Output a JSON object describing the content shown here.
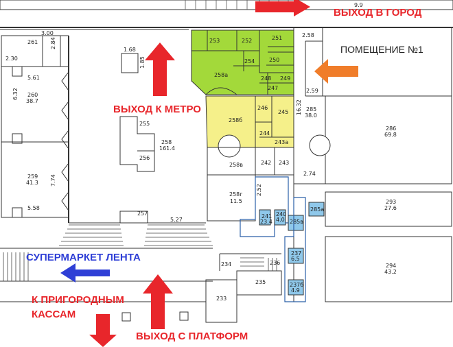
{
  "labels": {
    "exit_city": "ВЫХОД В ГОРОД",
    "exit_metro": "ВЫХОД К МЕТРО",
    "premises": "ПОМЕЩЕНИЕ №1",
    "supermarket": "СУПЕРМАРКЕТ ЛЕНТА",
    "suburban_line1": "К ПРИГОРОДНЫМ",
    "suburban_line2": "КАССАМ",
    "exit_platform": "ВЫХОД С ПЛАТФОРМ"
  },
  "colors": {
    "arrow_red": "#e8262b",
    "arrow_orange": "#f07d2a",
    "arrow_blue": "#2f3fd6",
    "zone_green": "#a3d93a",
    "zone_yellow": "#f5f08a",
    "zone_blue": "#8fc8ea"
  },
  "rooms": {
    "r253": "253",
    "r252": "252",
    "r251": "251",
    "r254": "254",
    "r250": "250",
    "r258a_top": "258а",
    "r248": "248",
    "r249": "249",
    "r247": "247",
    "r246": "246",
    "r245": "245",
    "r258b": "258б",
    "r244": "244",
    "r243a": "243а",
    "r242": "242",
    "r243": "243",
    "r258v": "258в",
    "r258g": "258г",
    "r258g_area": "11.5",
    "r252d": "2.52",
    "r241": "241",
    "r241_area": "23.4",
    "r240": "240",
    "r240_area": "4.0",
    "r285v": "285в",
    "r285a": "285а",
    "r237": "237",
    "r237_area": "6.5",
    "r237b": "237б",
    "r237b_area": "4.9",
    "r236": "236",
    "r235": "235",
    "r234": "234",
    "r233": "233",
    "r255": "255",
    "r256": "256",
    "r257": "257",
    "r258": "258",
    "r258_area": "161.4",
    "r260": "260",
    "r260_area": "38.7",
    "r259": "259",
    "r259_area": "41.3",
    "r261": "261",
    "r285": "285",
    "r285_area": "38.0",
    "r286": "286",
    "r286_area": "69.8",
    "r293": "293",
    "r293_area": "27.6",
    "r294": "294",
    "r294_area": "43.2"
  },
  "dims": {
    "d300": "3.00",
    "d284": "2.84",
    "d230": "2.30",
    "d561": "5.61",
    "d632": "6.32",
    "d774": "7.74",
    "d558": "5.58",
    "d168": "1.68",
    "d185": "1.85",
    "d527": "5.27",
    "d258": "2.58",
    "d259": "2.59",
    "d1632": "16.32",
    "d274": "2.74",
    "d99": "9.9"
  }
}
